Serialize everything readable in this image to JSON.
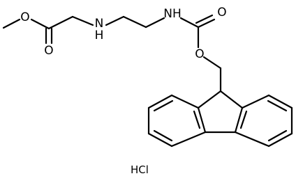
{
  "molecule": {
    "atoms": {
      "ester_o": "O",
      "carbonyl_o_1": "O",
      "amine_n": "N",
      "amine_h": "H",
      "carbamate_nh": "NH",
      "carbonyl_o_2": "O",
      "carbamate_o": "O"
    },
    "salt": "HCl"
  }
}
